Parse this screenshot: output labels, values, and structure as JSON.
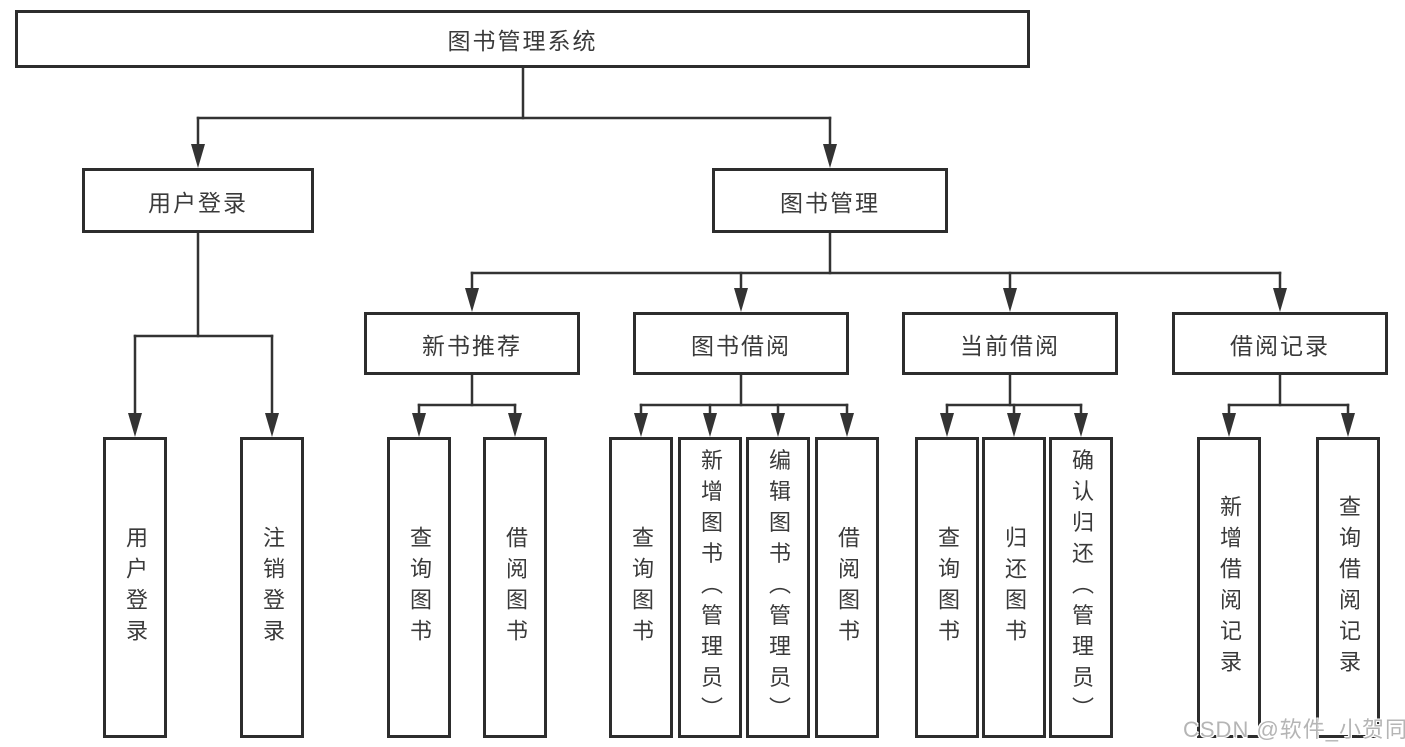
{
  "diagram": {
    "type": "hierarchy-tree",
    "root": {
      "label": "图书管理系统"
    },
    "level2": [
      {
        "label": "用户登录"
      },
      {
        "label": "图书管理"
      }
    ],
    "level3": [
      {
        "label": "新书推荐",
        "parent": "图书管理"
      },
      {
        "label": "图书借阅",
        "parent": "图书管理"
      },
      {
        "label": "当前借阅",
        "parent": "图书管理"
      },
      {
        "label": "借阅记录",
        "parent": "图书管理"
      }
    ],
    "leaves": [
      {
        "label": "用户登录",
        "parent": "用户登录"
      },
      {
        "label": "注销登录",
        "parent": "用户登录"
      },
      {
        "label": "查询图书",
        "parent": "新书推荐"
      },
      {
        "label": "借阅图书",
        "parent": "新书推荐"
      },
      {
        "label": "查询图书",
        "parent": "图书借阅"
      },
      {
        "label": "新增图书（管理员）",
        "parent": "图书借阅"
      },
      {
        "label": "编辑图书（管理员）",
        "parent": "图书借阅"
      },
      {
        "label": "借阅图书",
        "parent": "图书借阅"
      },
      {
        "label": "查询图书",
        "parent": "当前借阅"
      },
      {
        "label": "归还图书",
        "parent": "当前借阅"
      },
      {
        "label": "确认归还（管理员）",
        "parent": "当前借阅"
      },
      {
        "label": "新增借阅记录",
        "parent": "借阅记录"
      },
      {
        "label": "查询借阅记录",
        "parent": "借阅记录"
      }
    ]
  },
  "watermark": {
    "text": "CSDN @软件_小贺同学"
  },
  "colors": {
    "background": "#ffffff",
    "box_border": "#2d2d2d",
    "line": "#333333",
    "text": "#3a3a3a",
    "watermark": "#b5b5b5"
  }
}
